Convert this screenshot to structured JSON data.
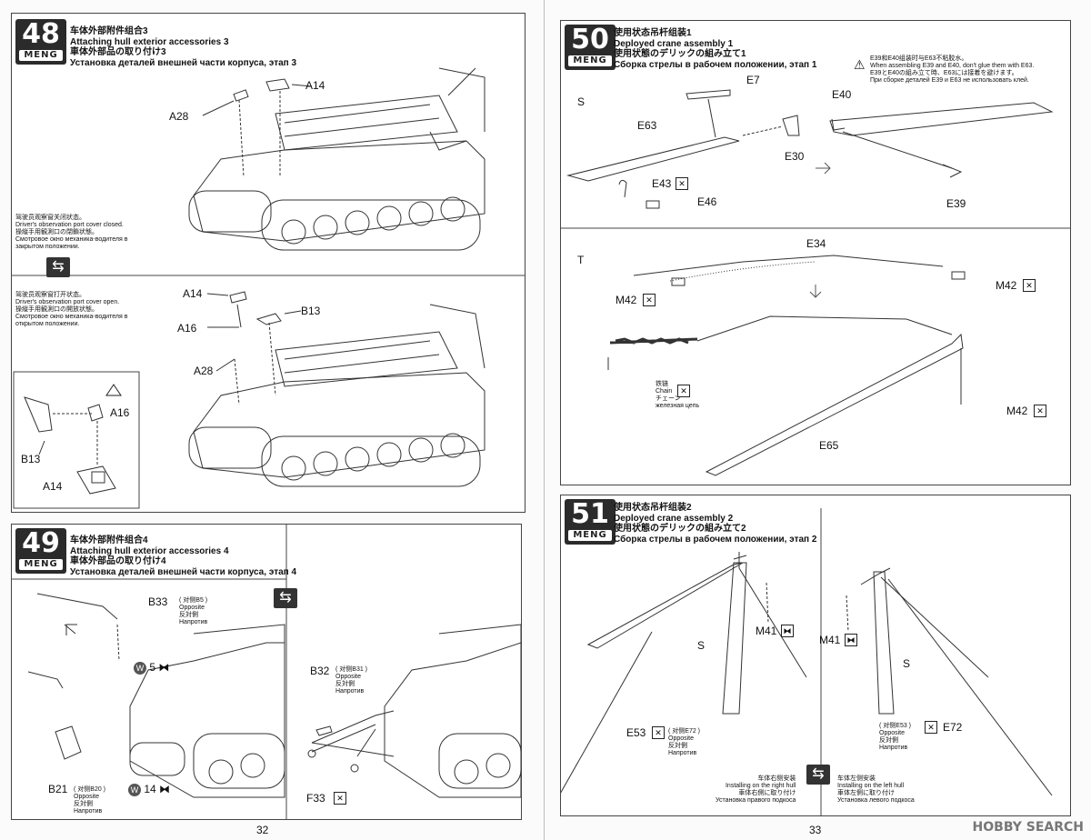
{
  "left_page": {
    "page_number": "32",
    "step48": {
      "number": "48",
      "brand": "MENG",
      "title_cn": "车体外部附件组合3",
      "title_en": "Attaching hull exterior accessories 3",
      "title_jp": "車体外部品の取り付け3",
      "title_ru": "Установка деталей внешней части корпуса, этап 3",
      "note_closed": [
        "驾驶员观察窗关闭状态。",
        "Driver's observation port cover closed.",
        "操縦手用観測口の閉鎖状態。",
        "Смотровое окно механика-водителя в",
        "закрытом положении."
      ],
      "note_open": [
        "驾驶员观察窗打开状态。",
        "Driver's observation port cover open.",
        "操縦手用観測口の開放状態。",
        "Смотровое окно механика-водителя в",
        "открытом положении."
      ],
      "labels": {
        "a14": "A14",
        "a28": "A28",
        "a14b": "A14",
        "a16": "A16",
        "b13": "B13",
        "a28b": "A28",
        "a16d": "A16",
        "b13d": "B13",
        "a14d": "A14"
      }
    },
    "step49": {
      "number": "49",
      "brand": "MENG",
      "title_cn": "车体外部附件组合4",
      "title_en": "Attaching hull exterior accessories 4",
      "title_jp": "車体外部品の取り付け4",
      "title_ru": "Установка деталей внешней части корпуса, этап 4",
      "labels": {
        "b33": "B33",
        "b33_opp": "( 对侧B5 )",
        "w5": "5",
        "b21": "B21",
        "b21_opp": "( 对侧B20 )",
        "w14": "14",
        "b32": "B32",
        "b32_opp": "( 对侧B31 )",
        "f33": "F33"
      },
      "opposite": [
        "Opposite",
        "反対側",
        "Напротив"
      ]
    }
  },
  "right_page": {
    "page_number": "33",
    "step50": {
      "number": "50",
      "brand": "MENG",
      "title_cn": "使用状态吊杆组装1",
      "title_en": "Deployed crane assembly 1",
      "title_jp": "使用状態のデリックの組み立て1",
      "title_ru": "Сборка стрелы в рабочем положении, этап 1",
      "warning": [
        "E39和E40组装时与E63不粘胶水。",
        "When assembling E39 and E40, don't glue them with E63.",
        "E39とE40の組み立て時、E63には接着を避けます。",
        "При сборке деталей E39 и E63 не использовать клей."
      ],
      "labels": {
        "s": "S",
        "e7": "E7",
        "e63": "E63",
        "e30": "E30",
        "e43": "E43",
        "e46": "E46",
        "e40": "E40",
        "e39": "E39",
        "t": "T",
        "e34": "E34",
        "m42a": "M42",
        "m42b": "M42",
        "m42c": "M42",
        "e65": "E65"
      },
      "chain": [
        "铁链",
        "Chain",
        "チェーン",
        "железная цепь"
      ]
    },
    "step51": {
      "number": "51",
      "brand": "MENG",
      "title_cn": "使用状态吊杆组装2",
      "title_en": "Deployed crane assembly 2",
      "title_jp": "使用状態のデリックの組み立て2",
      "title_ru": "Сборка стрелы в рабочем положении, этап 2",
      "labels": {
        "m41a": "M41",
        "s1": "S",
        "e53": "E53",
        "e53_opp": "( 对侧E72 )",
        "m41b": "M41",
        "s2": "S",
        "e72": "E72",
        "e72_opp": "( 对侧E53 )"
      },
      "opposite": [
        "Opposite",
        "反対側",
        "Напротив"
      ],
      "right_hull": [
        "车体右侧安装",
        "Installing on the right hull",
        "車体右側に取り付け",
        "Установка правого подкоса"
      ],
      "left_hull": [
        "车体左侧安装",
        "Installing on the left hull",
        "車体左側に取り付け",
        "Установка левого подкоса"
      ]
    }
  },
  "watermark": "HOBBY SEARCH"
}
